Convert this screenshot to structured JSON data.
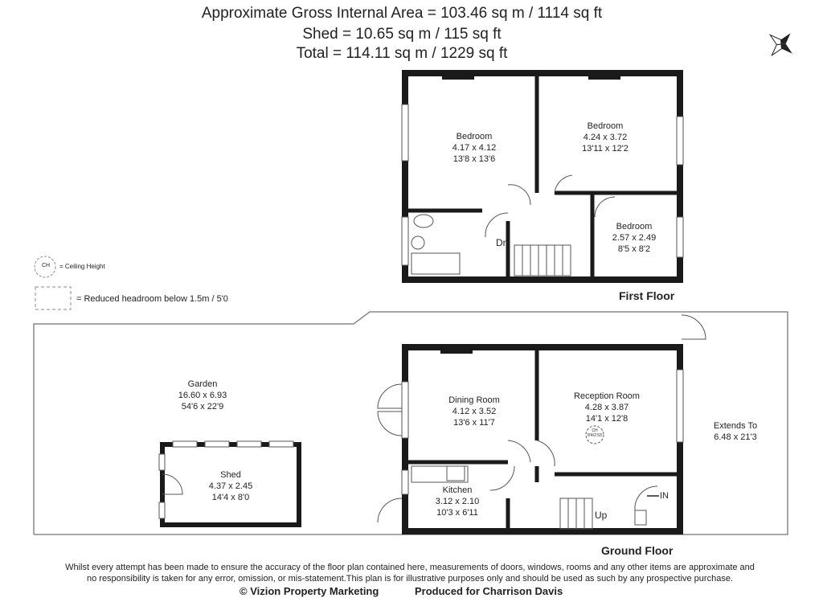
{
  "header": {
    "line1": "Approximate Gross Internal Area = 103.46 sq m / 1114 sq ft",
    "line2": "Shed = 10.65 sq m / 115 sq ft",
    "line3": "Total = 114.11 sq m / 1229 sq ft"
  },
  "compass": {
    "label": "N",
    "icon": "compass-rose-icon"
  },
  "legend": {
    "ch_symbol": "CH",
    "ch_text": "= Ceiling Height",
    "reduced_text": "= Reduced headroom below 1.5m / 5'0"
  },
  "first_floor": {
    "label": "First Floor",
    "stairs_label": "Dn",
    "rooms": [
      {
        "name": "Bedroom",
        "metric": "4.17 x 4.12",
        "imperial": "13'8 x 13'6"
      },
      {
        "name": "Bedroom",
        "metric": "4.24 x 3.72",
        "imperial": "13'11 x 12'2"
      },
      {
        "name": "Bedroom",
        "metric": "2.57 x 2.49",
        "imperial": "8'5 x 8'2"
      }
    ]
  },
  "ground_floor": {
    "label": "Ground Floor",
    "stairs_label": "Up",
    "entrance_label": "IN",
    "ceiling_height": {
      "symbol": "CH",
      "value": "8'4/2.53"
    },
    "rooms": [
      {
        "name": "Garden",
        "metric": "16.60 x 6.93",
        "imperial": "54'6 x 22'9"
      },
      {
        "name": "Dining Room",
        "metric": "4.12 x 3.52",
        "imperial": "13'6 x 11'7"
      },
      {
        "name": "Reception Room",
        "metric": "4.28 x 3.87",
        "imperial": "14'1 x 12'8"
      },
      {
        "name": "Kitchen",
        "metric": "3.12 x 2.10",
        "imperial": "10'3 x 6'11"
      },
      {
        "name": "Shed",
        "metric": "4.37 x 2.45",
        "imperial": "14'4 x 8'0"
      },
      {
        "name": "Extends To",
        "metric": "6.48 x 21'3",
        "imperial": ""
      }
    ]
  },
  "footer": {
    "disclaimer1": "Whilst every attempt has been made to ensure the accuracy of the floor plan contained here, measurements of doors, windows, rooms and any other items are approximate and",
    "disclaimer2": "no responsibility is taken for any error, omission, or mis-statement.This plan is for illustrative purposes only and should be used as such by any prospective purchase.",
    "copyright": "© Vizion Property Marketing",
    "produced_for": "Produced for Charrison Davis"
  }
}
